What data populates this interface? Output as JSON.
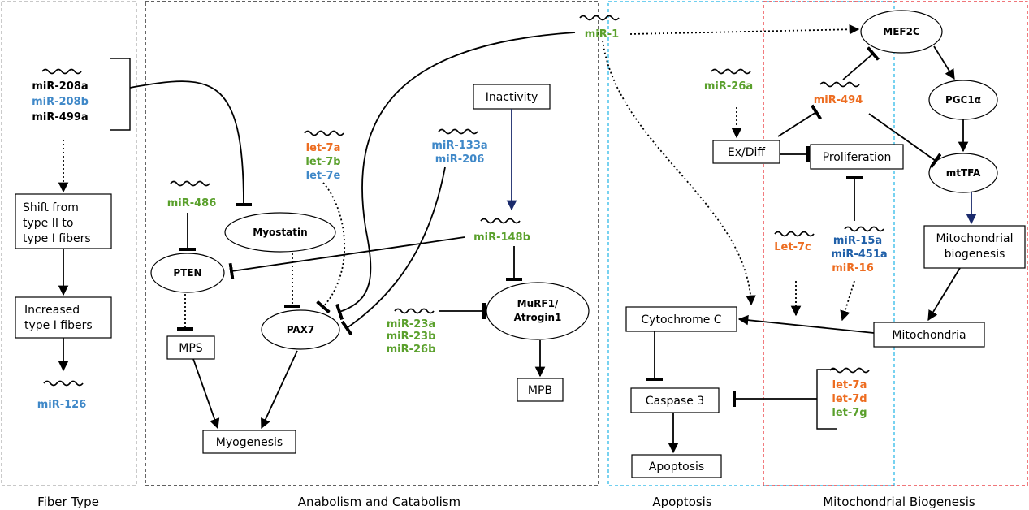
{
  "colors": {
    "black": "#000000",
    "blue": "#3f88c8",
    "green": "#5aa02c",
    "orange": "#ed6d21",
    "navy": "#1a2a6c",
    "gray_dashed": "#a6a6a6",
    "cyan_dashed": "#1eb4e6",
    "red_dashed": "#e8242a"
  },
  "sections": {
    "fiber_type": "Fiber Type",
    "anabolism": "Anabolism and Catabolism",
    "apoptosis": "Apoptosis",
    "mito": "Mitochondrial Biogenesis"
  },
  "fiber": {
    "mir_208a": "miR-208a",
    "mir_208b": "miR-208b",
    "mir_499a": "miR-499a",
    "shift_1": "Shift from",
    "shift_2": "type II  to",
    "shift_3": "type I fibers",
    "increased_1": "Increased",
    "increased_2": "type I fibers",
    "mir_126": "miR-126"
  },
  "anabolism": {
    "mir_486": "miR-486",
    "pten": "PTEN",
    "mps": "MPS",
    "myostatin": "Myostatin",
    "let_7a": "let-7a",
    "let_7b": "let-7b",
    "let_7e": "let-7e",
    "pax7": "PAX7",
    "myogenesis": "Myogenesis",
    "mir_133a": "miR-133a",
    "mir_206": "miR-206",
    "inactivity": "Inactivity",
    "mir_148b": "miR-148b",
    "murf1_1": "MuRF1/",
    "murf1_2": "Atrogin1",
    "mpb": "MPB",
    "mir_23a": "miR-23a",
    "mir_23b": "miR-23b",
    "mir_26b": "miR-26b",
    "mir_1": "miR-1"
  },
  "apoptosis": {
    "cytochrome": "Cytochrome C",
    "caspase": "Caspase 3",
    "apoptosis": "Apoptosis",
    "exdiff": "Ex/Diff",
    "mir_26a": "miR-26a"
  },
  "mito": {
    "mef2c": "MEF2C",
    "pgc1a": "PGC1α",
    "mttfa": "mtTFA",
    "mir_494": "miR-494",
    "proliferation": "Proliferation",
    "let_7c": "Let-7c",
    "mir_15a": "miR-15a",
    "mir_451a": "miR-451a",
    "mir_16": "miR-16",
    "mitobio_1": "Mitochondrial",
    "mitobio_2": "biogenesis",
    "mitochondria": "Mitochondria",
    "let_7a": "let-7a",
    "let_7d": "let-7d",
    "let_7g": "let-7g"
  }
}
